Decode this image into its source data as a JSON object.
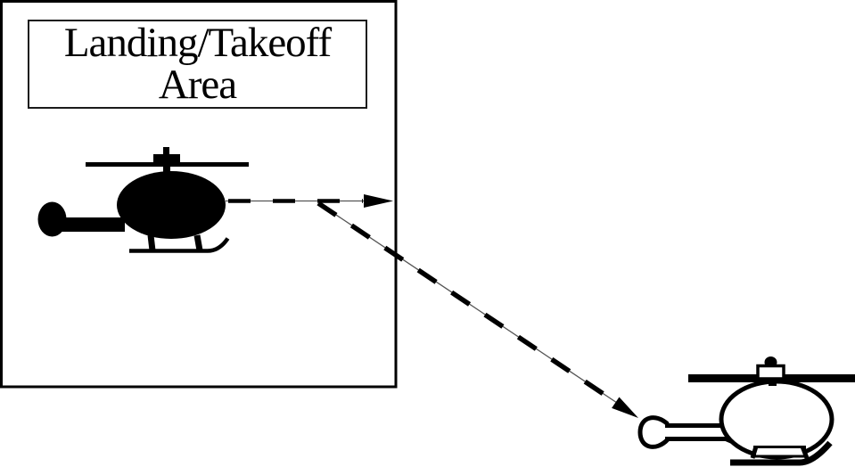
{
  "diagram": {
    "colors": {
      "ink": "#000000",
      "background": "#ffffff",
      "label_box_border": "#1a1a1a",
      "arrow_hairline": "#555555"
    },
    "landing_area": {
      "label_line1": "Landing/Takeoff",
      "label_line2": "Area"
    },
    "icons": {
      "filled": "helicopter-filled-icon",
      "outline": "helicopter-outline-icon"
    },
    "arrows": {
      "horizontal": "dashed, points right, from filled helicopter to boundary edge",
      "diagonal": "dashed, points down-right, to outline helicopter tail"
    }
  }
}
